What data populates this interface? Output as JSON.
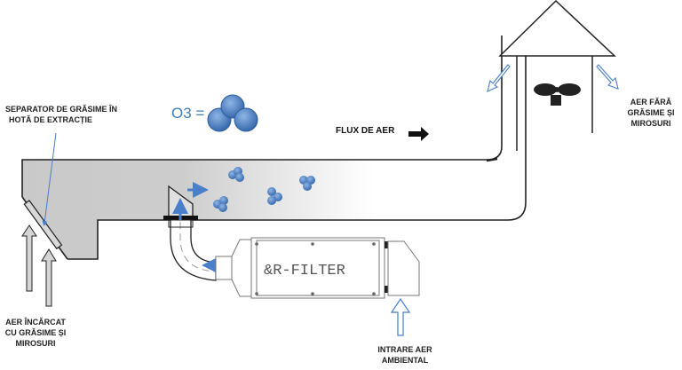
{
  "labels": {
    "separator": "SEPARATOR DE GRĂSIME ÎN\nHOTĂ DE EXTRACȚIE",
    "separator_line1": "SEPARATOR DE GRĂSIME ÎN",
    "separator_line2": "HOTĂ DE EXTRACȚIE",
    "intake_line1": "AER ÎNCĂRCAT",
    "intake_line2": "CU GRĂSIME ȘI",
    "intake_line3": "MIROSURI",
    "ambient_line1": "INTRARE AER",
    "ambient_line2": "AMBIENTAL",
    "output_line1": "AER FĂRĂ",
    "output_line2": "GRĂSIME ȘI",
    "output_line3": "MIROSURI",
    "airflow": "FLUX DE AER",
    "o3_legend": "O3 =",
    "filter_name": "&R-FILTER"
  },
  "colors": {
    "accent_blue": "#4a7fc9",
    "molecule_blue": "#4f86c6",
    "duct_gray": "#cfcfcf",
    "outline": "#222222"
  }
}
